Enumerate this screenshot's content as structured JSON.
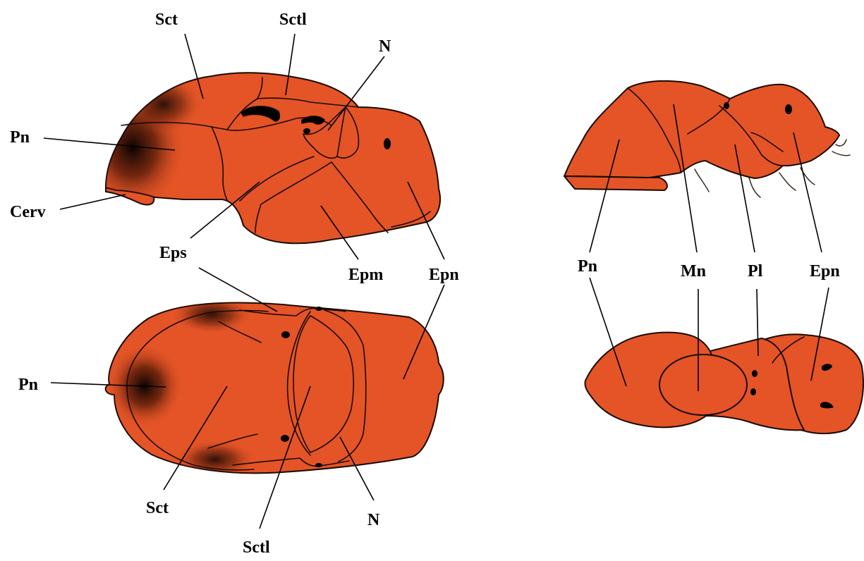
{
  "colors": {
    "cuticle": "#E45426",
    "outline": "#1a0a00",
    "shading": "#000000",
    "background": "#ffffff"
  },
  "labels": {
    "lateral": {
      "sct": "Sct",
      "sctl": "Sctl",
      "n": "N",
      "pn": "Pn",
      "cerv": "Cerv",
      "eps": "Eps",
      "epm": "Epm",
      "epn": "Epn"
    },
    "dorsal": {
      "pn": "Pn",
      "sct": "Sct",
      "sctl": "Sctl",
      "n": "N"
    },
    "right_lateral": {
      "pn": "Pn",
      "mn": "Mn",
      "pl": "Pl",
      "epn": "Epn"
    }
  }
}
